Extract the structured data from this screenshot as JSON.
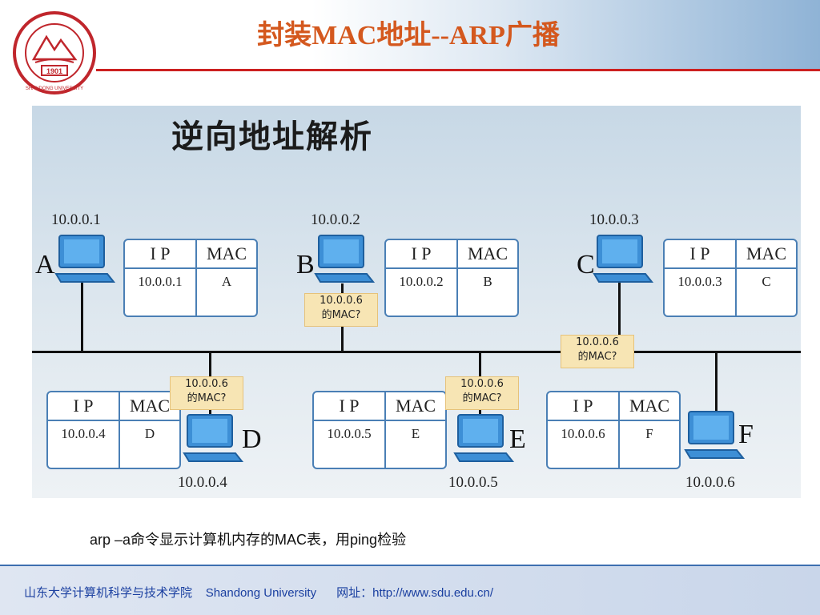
{
  "slide": {
    "title": "封装MAC地址--ARP广播"
  },
  "logo": {
    "year": "1901",
    "ring_text": "SHANDONG UNIVERSITY",
    "color": "#c0262c"
  },
  "diagram": {
    "title": "逆向地址解析",
    "nodes": [
      {
        "letter": "A",
        "ip": "10.0.0.1",
        "table": {
          "ip_header": "I P",
          "mac_header": "MAC",
          "ip": "10.0.0.1",
          "mac": "A"
        }
      },
      {
        "letter": "B",
        "ip": "10.0.0.2",
        "table": {
          "ip_header": "I P",
          "mac_header": "MAC",
          "ip": "10.0.0.2",
          "mac": "B"
        }
      },
      {
        "letter": "C",
        "ip": "10.0.0.3",
        "table": {
          "ip_header": "I P",
          "mac_header": "MAC",
          "ip": "10.0.0.3",
          "mac": "C"
        }
      },
      {
        "letter": "D",
        "ip": "10.0.0.4",
        "table": {
          "ip_header": "I P",
          "mac_header": "MAC",
          "ip": "10.0.0.4",
          "mac": "D"
        }
      },
      {
        "letter": "E",
        "ip": "10.0.0.5",
        "table": {
          "ip_header": "I P",
          "mac_header": "MAC",
          "ip": "10.0.0.5",
          "mac": "E"
        }
      },
      {
        "letter": "F",
        "ip": "10.0.0.6",
        "table": {
          "ip_header": "I P",
          "mac_header": "MAC",
          "ip": "10.0.0.6",
          "mac": "F"
        }
      }
    ],
    "query": {
      "line1": "10.0.0.6",
      "line2": "的MAC?"
    }
  },
  "caption": "arp –a命令显示计算机内存的MAC表，用ping检验",
  "footer": {
    "school": "山东大学计算机科学与技术学院",
    "university": "Shandong University",
    "url_label": "网址：http://www.sdu.edu.cn/"
  }
}
